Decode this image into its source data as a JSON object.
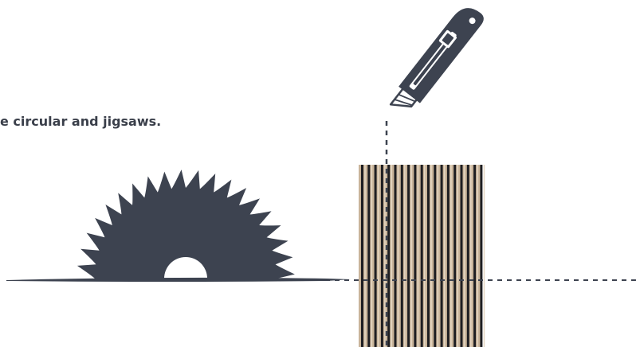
{
  "caption": "e circular and jigsaws.",
  "colors": {
    "background": "#ffffff",
    "icon": "#3d4350",
    "panel_base": "#c9b49a",
    "panel_slat_dark": "#1e1e22",
    "guide_line": "#3d4350"
  },
  "illustration": {
    "items": [
      "circular-saw-blade-icon",
      "utility-knife-icon",
      "acoustic-slat-panel",
      "cutting-guide-lines"
    ]
  }
}
